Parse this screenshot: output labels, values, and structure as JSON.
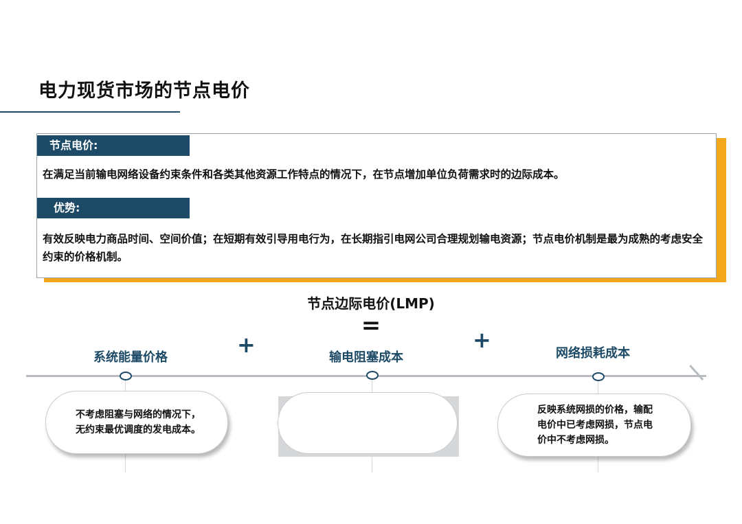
{
  "page": {
    "title": "电力现货市场的节点电价"
  },
  "definition_card": {
    "tag_1": "节点电价:",
    "text_1": "在满足当前输电网络设备约束条件和各类其他资源工作特点的情况下，在节点增加单位负荷需求时的边际成本。",
    "tag_2": "优势:",
    "text_2": "有效反映电力商品时间、空间价值；在短期有效引导用电行为，在长期指引电网公司合理规划输电资源；节点电价机制是最为成熟的考虑安全约束的价格机制。"
  },
  "formula": {
    "title": "节点边际电价(LMP)",
    "equals": "=",
    "plus": "+",
    "components": [
      {
        "label": "系统能量价格",
        "description_lines": [
          "不考虑阻塞与网络的情况下，",
          "无约束最优调度的发电成本。"
        ]
      },
      {
        "label": "输电阻塞成本",
        "description_lines": []
      },
      {
        "label": "网络损耗成本",
        "description_lines": [
          "反映系统网损的价格，输配",
          "电价中已考虑网损，节点电",
          "价中不考虑网损。"
        ]
      }
    ]
  },
  "colors": {
    "navy": "#1d4a66",
    "accent_orange": "#f3a81c",
    "timeline_gray": "#b8bcc0"
  }
}
